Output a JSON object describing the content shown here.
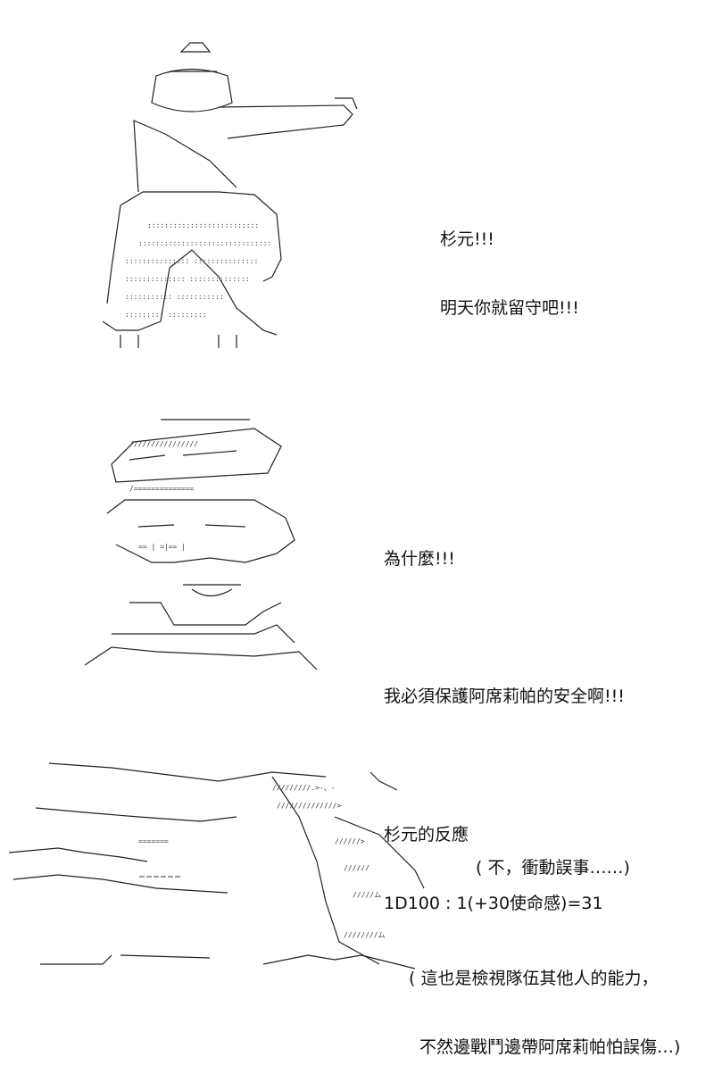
{
  "panel1": {
    "art": "ascii-art-character-pointing",
    "dialogue": [
      "杉元!!!",
      "明天你就留守吧!!!"
    ]
  },
  "panel2": {
    "art": "ascii-art-character-shouting",
    "dialogue": [
      "為什麼!!!",
      "我必須保護阿席莉帕的安全啊!!!"
    ],
    "reaction_title": "杉元的反應",
    "roll": "1D100 : 1(+30使命感)=31"
  },
  "panel3": {
    "art": "ascii-art-character-thinking",
    "thought": "( 不，衝動誤事……)",
    "note_line1": "( 這也是檢視隊伍其他人的能力，",
    "note_line2": "不然邊戰鬥邊帶阿席莉帕怕誤傷…)"
  }
}
